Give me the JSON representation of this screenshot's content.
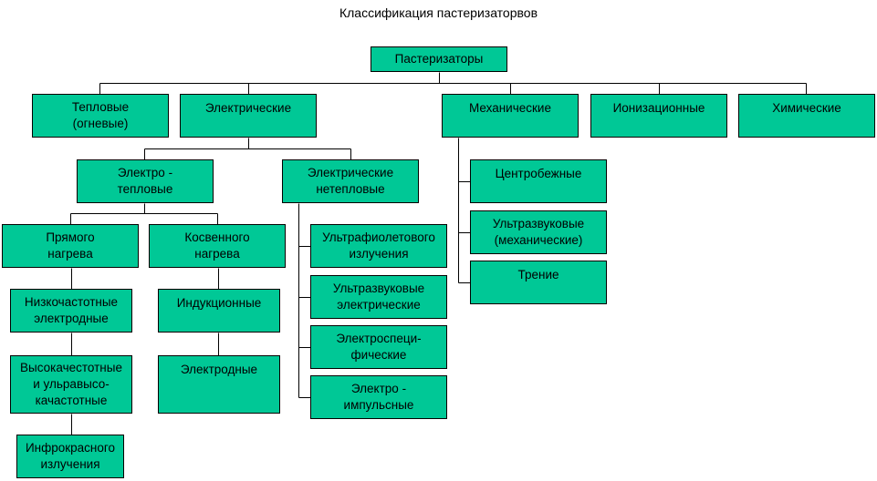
{
  "title": "Классификация пастеризаторвов",
  "nodes": {
    "root": [
      "Пастеризаторы"
    ],
    "thermal": [
      "Тепловые",
      "(огневые)"
    ],
    "electric": [
      "Электрические"
    ],
    "mechanical": [
      "Механические"
    ],
    "ionizing": [
      "Ионизационные"
    ],
    "chemical": [
      "Химические"
    ],
    "electro_thermal": [
      "Электро -",
      "тепловые"
    ],
    "electric_nonthermal": [
      "Электрические",
      "нетепловые"
    ],
    "direct_heating": [
      "Прямого",
      "нагрева"
    ],
    "indirect_heating": [
      "Косвенного",
      "нагрева"
    ],
    "low_freq_electrode": [
      "Низкочастотные",
      "электродные"
    ],
    "high_freq": [
      "Высокачестотные",
      "и ульравысо-",
      "качастотные"
    ],
    "infrared": [
      "Инфрокрасного",
      "излучения"
    ],
    "induction": [
      "Индукционные"
    ],
    "electrode": [
      "Электродные"
    ],
    "ultraviolet": [
      "Ультрафиолетового",
      "излучения"
    ],
    "ultrasonic_electric": [
      "Ультразвуковые",
      "электрические"
    ],
    "electrospecific": [
      "Электроспеци-",
      "фические"
    ],
    "electro_pulse": [
      "Электро -",
      "импульсные"
    ],
    "centrifugal": [
      "Центробежные"
    ],
    "ultrasonic_mechanical": [
      "Ультразвуковые",
      "(механические)"
    ],
    "friction": [
      "Трение"
    ]
  },
  "colors": {
    "node_fill": "#00c896",
    "border": "#000000",
    "line": "#000000"
  }
}
